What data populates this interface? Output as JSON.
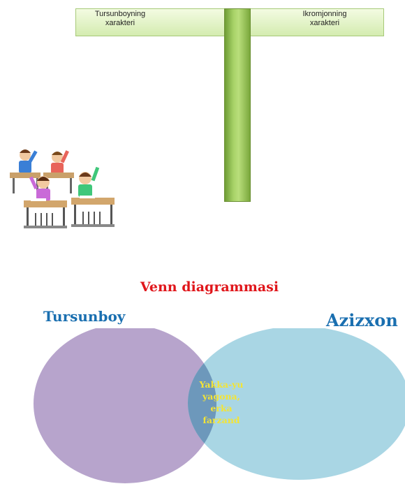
{
  "tchart": {
    "left_header": "Tursunboyning\nxarakteri",
    "right_header": "Ikromjonning\nxarakteri"
  },
  "venn": {
    "title": "Venn diagrammasi",
    "left_set": "Tursunboy",
    "right_set": "Azizxon",
    "intersection": "Yakka-yu\nyagona,\nerka\nfarzand",
    "colors": {
      "left_circle": "#b7a4cc",
      "right_circle": "#a9d6e4",
      "overlap": "#6d98bb",
      "title": "#e0161b",
      "set_names": "#1a6fb0",
      "overlap_text": "#f3e436"
    }
  },
  "illustration": {
    "icon": "classroom-students-raising-hands-icon"
  }
}
